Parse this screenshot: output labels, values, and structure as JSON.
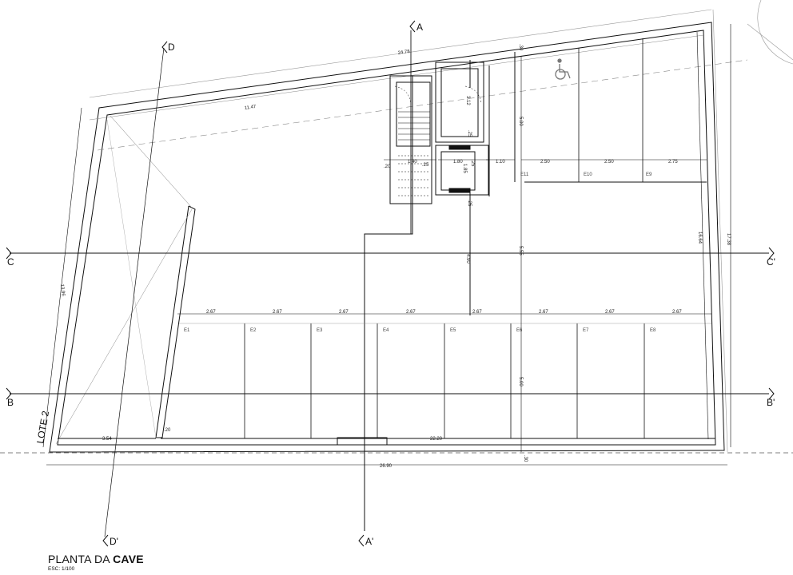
{
  "title": {
    "prefix": "PLANTA DA",
    "bold": "CAVE",
    "scale": "ESC: 1/100"
  },
  "lote_label": "LOTE 2",
  "sections": {
    "A": "A",
    "A_prime": "A'",
    "B": "B",
    "B_prime": "B'",
    "C": "C",
    "C_prime": "C'",
    "D": "D",
    "D_prime": "D'"
  },
  "parking_spaces": {
    "bottom": [
      "E1",
      "E2",
      "E3",
      "E4",
      "E5",
      "E6",
      "E7",
      "E8"
    ],
    "top": [
      "E11",
      "E10",
      "E9"
    ]
  },
  "accessible_icon": "wheelchair-icon",
  "dimensions": {
    "top_overall": "24.78",
    "left_top_wall": "11.47",
    "left_side": "13.96",
    "right_side_outer": "17.38",
    "right_side_inner": "16.64",
    "bottom_overall": "26.90",
    "bottom_inner": "22.20",
    "bottom_left": "3.54",
    "small_20_a": ".20",
    "small_20_b": ".20",
    "small_30_top": ".30",
    "small_30_bottom": ".30",
    "bay_width": "2.67",
    "top_bays": [
      "2.50",
      "2.50",
      "2.75"
    ],
    "stair_140": "1.40",
    "stair_25": ".25",
    "lift_180": "1.80",
    "lift_25a": ".25",
    "lift_25b": ".25",
    "lift_25c": ".25",
    "lift_185": "1.85",
    "gap_110": "1.10",
    "room_312": "3.12",
    "depth_500_top": "5.00",
    "depth_500_bottom": "5.00",
    "aisle_555": "5.55",
    "aisle_490": "4.90"
  }
}
